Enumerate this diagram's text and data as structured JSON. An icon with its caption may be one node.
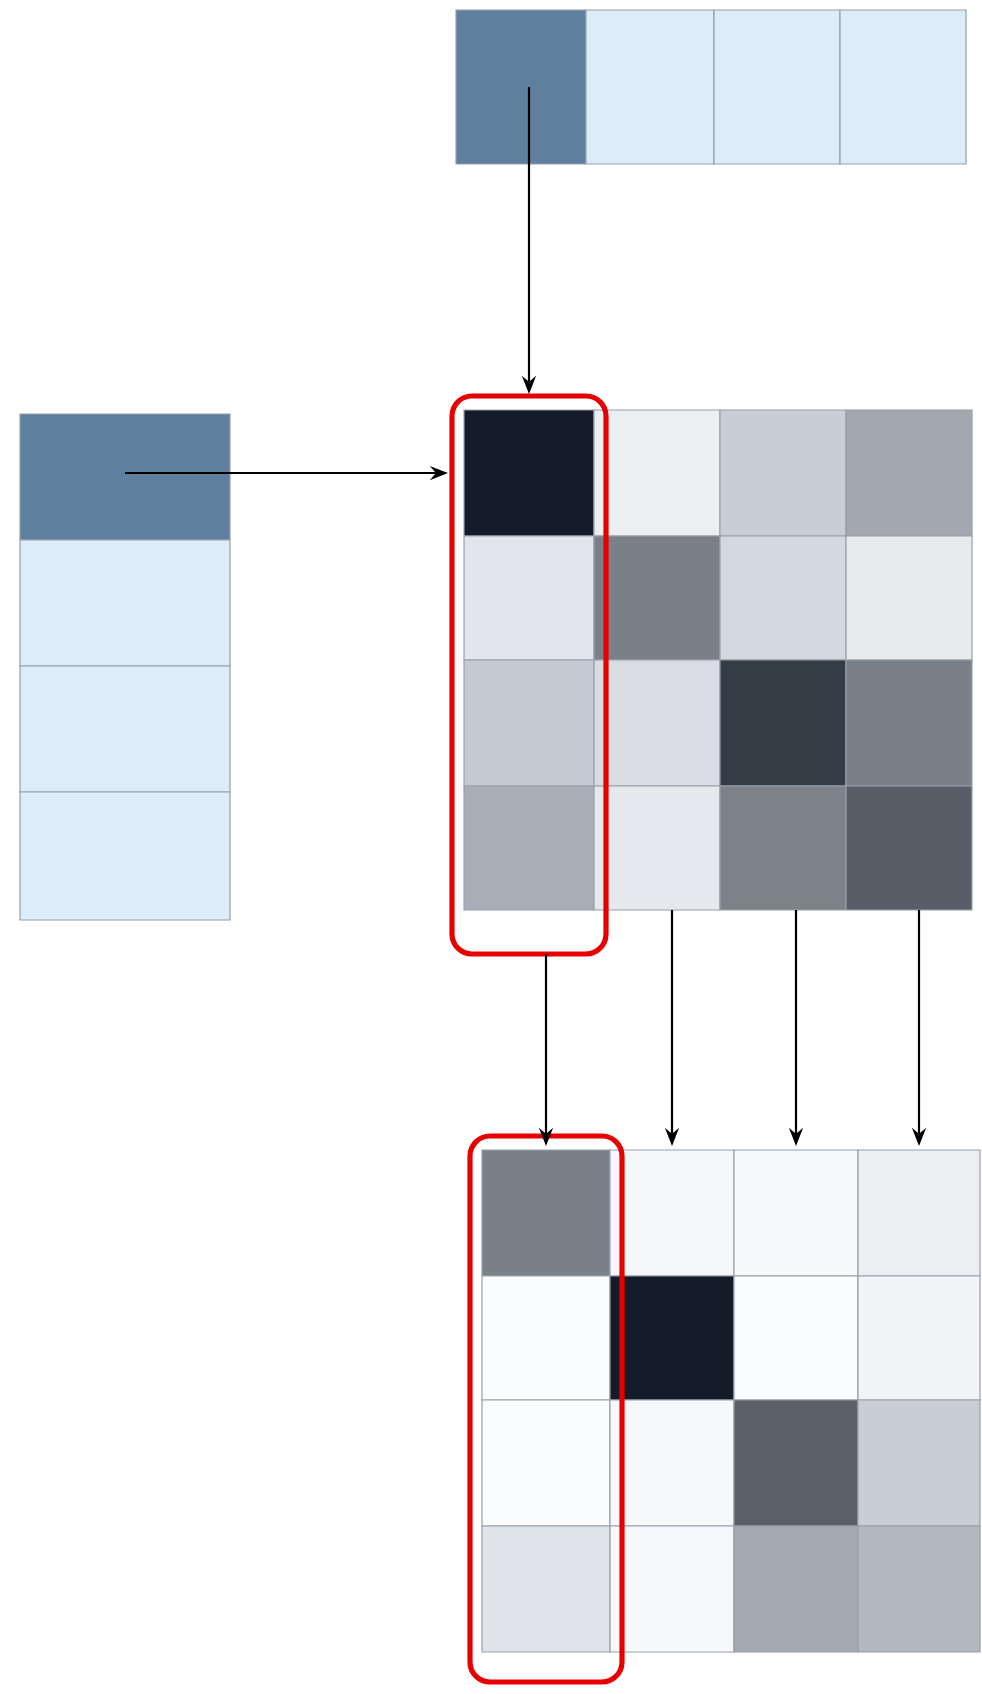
{
  "diagram": {
    "nodes": [
      {
        "text": [],
        "shape": "box"
      },
      {
        "text": [],
        "shape": "box"
      },
      {
        "text": [],
        "shape": "box"
      },
      {
        "text": [],
        "shape": "box"
      },
      {
        "text": [],
        "shape": "box"
      },
      {
        "text": [],
        "shape": "box"
      },
      {
        "text": [],
        "shape": "box"
      },
      {
        "text": [],
        "shape": "box"
      },
      {
        "text": [],
        "shape": "box"
      },
      {
        "text": [],
        "shape": "box",
        "in": 8
      },
      {
        "text": [],
        "shape": "box"
      },
      {
        "text": [],
        "shape": "box"
      },
      {
        "text": [],
        "shape": "box"
      },
      {
        "text": [],
        "shape": "box",
        "in": 8
      },
      {
        "text": [],
        "shape": "box"
      },
      {
        "text": [],
        "shape": "box"
      },
      {
        "text": [],
        "shape": "box"
      },
      {
        "text": [],
        "shape": "box",
        "in": 8
      },
      {
        "text": [],
        "shape": "box"
      },
      {
        "text": [],
        "shape": "box"
      },
      {
        "text": [],
        "shape": "box"
      },
      {
        "text": [],
        "shape": "box",
        "in": 8
      },
      {
        "text": [],
        "shape": "box"
      },
      {
        "text": [],
        "shape": "box"
      },
      {
        "text": [],
        "shape": "box"
      },
      {
        "text": [],
        "shape": "box"
      },
      {
        "text": [],
        "shape": "box",
        "in": 25
      },
      {
        "text": [],
        "shape": "box"
      },
      {
        "text": [],
        "shape": "box"
      },
      {
        "text": [],
        "shape": "box"
      },
      {
        "text": [],
        "shape": "box",
        "in": 25
      },
      {
        "text": [],
        "shape": "box"
      },
      {
        "text": [],
        "shape": "box"
      },
      {
        "text": [],
        "shape": "box"
      },
      {
        "text": [],
        "shape": "box",
        "in": 25
      },
      {
        "text": [],
        "shape": "box"
      },
      {
        "text": [],
        "shape": "box"
      },
      {
        "text": [],
        "shape": "box"
      },
      {
        "text": [],
        "shape": "box",
        "in": 25
      },
      {
        "text": [],
        "shape": "box"
      },
      {
        "text": [],
        "shape": "box"
      },
      {
        "text": [],
        "shape": "box"
      }
    ],
    "edges": [
      {
        "from": 0,
        "to": 9,
        "arrow": "to"
      },
      {
        "from": 4,
        "to": 9,
        "arrow": "to"
      },
      {
        "from": 8,
        "to": 26,
        "arrow": "to"
      },
      {
        "from": 22,
        "to": 27,
        "arrow": "to"
      },
      {
        "from": 23,
        "to": 28,
        "arrow": "to"
      },
      {
        "from": 24,
        "to": 29,
        "arrow": "to"
      }
    ]
  }
}
